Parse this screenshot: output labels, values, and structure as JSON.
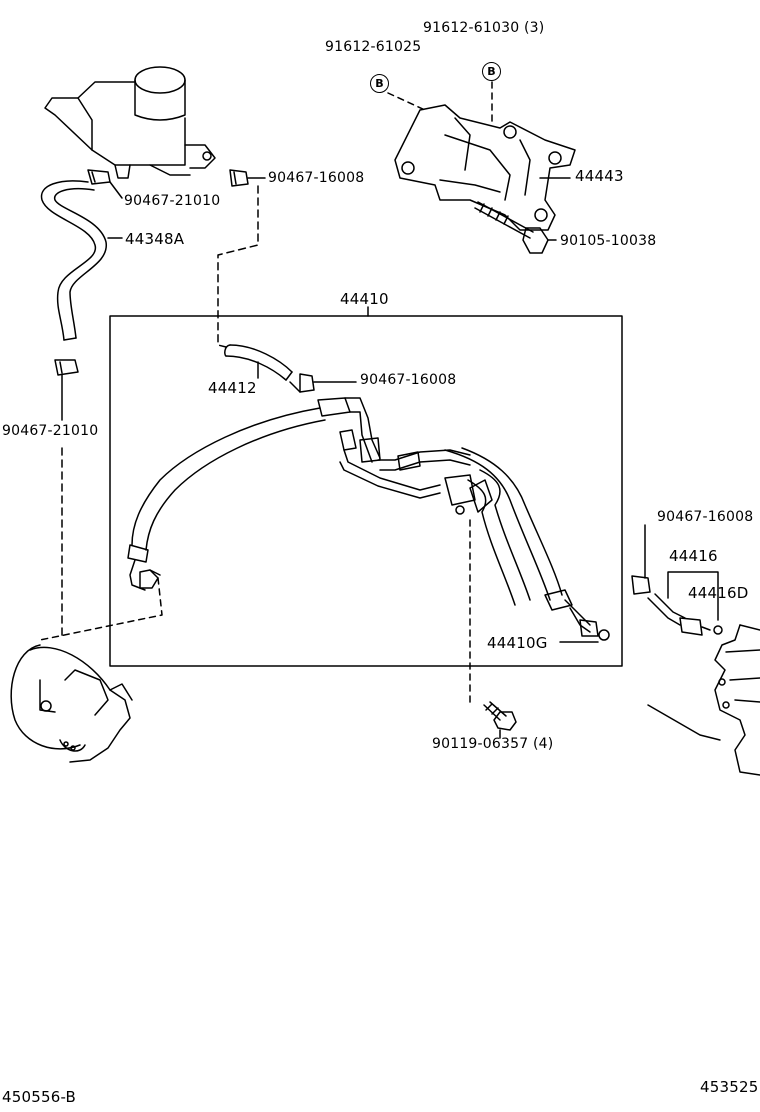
{
  "callouts": {
    "bracket_bolt_a": "91612-61025",
    "bracket_bolt_b": "91612-61030 (3)",
    "marker_b1": "B",
    "marker_b2": "B",
    "bracket": "44443",
    "bracket_bolt_c": "90105-10038",
    "clip_reservoir": "90467-21010",
    "clip_upper": "90467-16008",
    "hose_return": "44348A",
    "clip_lower_left": "90467-21010",
    "tube_assembly": "44410",
    "hose_short": "44412",
    "clip_mid": "90467-16008",
    "clip_right": "90467-16008",
    "tube_right": "44416",
    "tube_right_d": "44416D",
    "gasket": "44410G",
    "bolt_bottom": "90119-06357 (4)"
  },
  "footer": {
    "left_code": "450556-B",
    "right_code": "453525"
  }
}
